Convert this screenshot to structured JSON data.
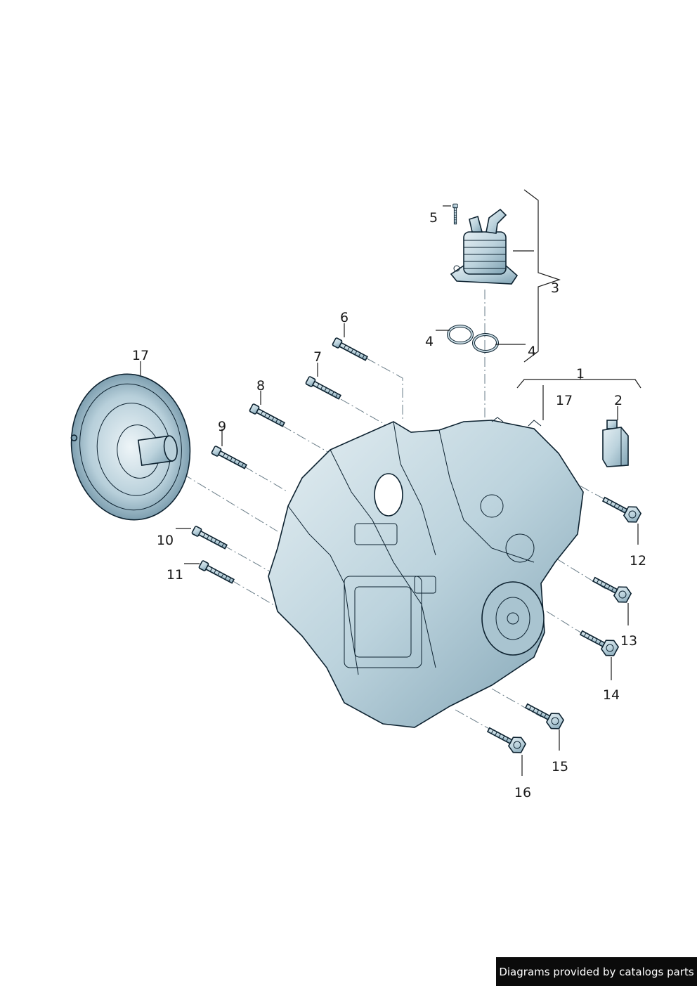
{
  "callouts": {
    "c1": "1",
    "c2": "2",
    "c3": "3",
    "c4a": "4",
    "c4b": "4",
    "c5": "5",
    "c6": "6",
    "c7": "7",
    "c8": "8",
    "c9": "9",
    "c10": "10",
    "c11": "11",
    "c12": "12",
    "c13": "13",
    "c14": "14",
    "c15": "15",
    "c16": "16",
    "c17a": "17",
    "c17b": "17"
  },
  "footer": {
    "credit": "Diagrams provided by catalogs parts"
  },
  "colors": {
    "part_fill": "#c9dce4",
    "part_shadow": "#8fb0bf",
    "outline": "#0d2230",
    "credit_bg": "#0b0b0b"
  }
}
